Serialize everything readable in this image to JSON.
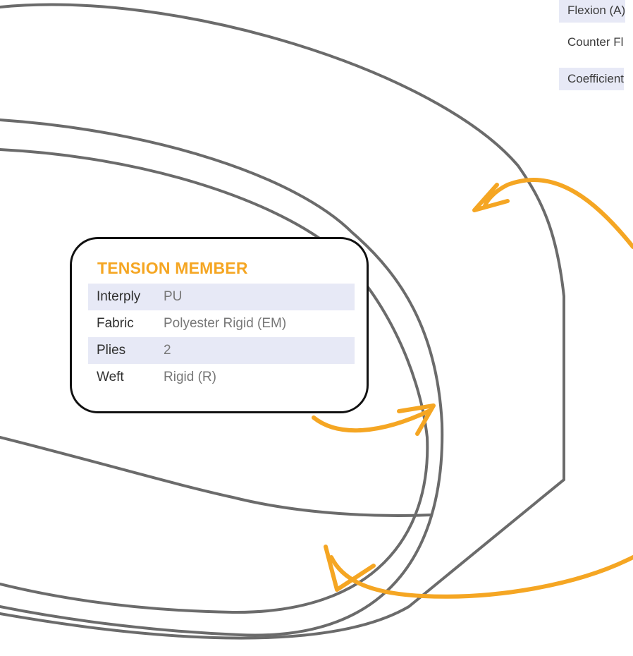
{
  "top_table": {
    "rows": [
      {
        "label": "Flexion (A)"
      },
      {
        "label": "Counter Fl"
      },
      {
        "label": "Coefficient"
      }
    ]
  },
  "tension_member": {
    "title": "TENSION MEMBER",
    "rows": [
      {
        "label": "Interply",
        "value": "PU"
      },
      {
        "label": "Fabric",
        "value": "Polyester Rigid (EM)"
      },
      {
        "label": "Plies",
        "value": "2"
      },
      {
        "label": "Weft",
        "value": "Rigid (R)"
      }
    ]
  },
  "colors": {
    "accent": "#f5a623",
    "line": "#6b6b6b",
    "row_shade": "#e7e9f6",
    "card_border": "#111111"
  }
}
